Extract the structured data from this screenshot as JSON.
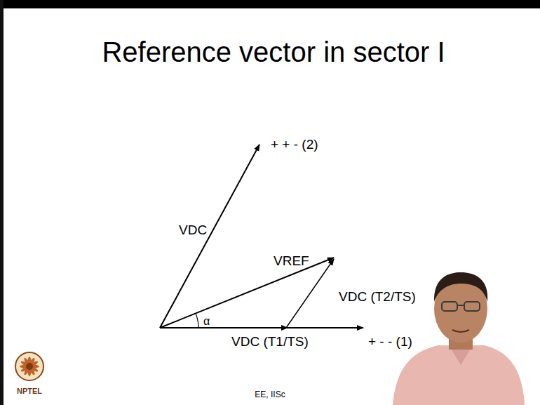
{
  "diagram": {
    "title": "Reference vector in sector I",
    "labels": [
      "+ + - (2)",
      "VDC",
      "VREF",
      "VDC (T2/TS)",
      "α",
      "VDC (T1/TS)",
      "+ - - (1)",
      "NPTEL",
      "EE, IISc"
    ]
  }
}
